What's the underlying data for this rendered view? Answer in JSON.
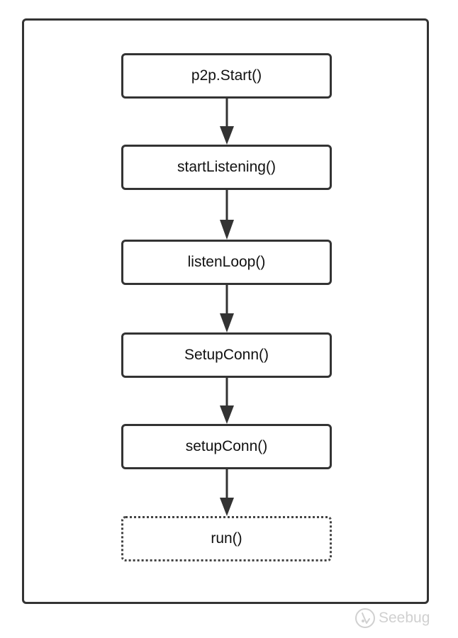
{
  "diagram": {
    "nodes": [
      {
        "id": "n1",
        "label": "p2p.Start()",
        "style": "solid"
      },
      {
        "id": "n2",
        "label": "startListening()",
        "style": "solid"
      },
      {
        "id": "n3",
        "label": "listenLoop()",
        "style": "solid"
      },
      {
        "id": "n4",
        "label": "SetupConn()",
        "style": "solid"
      },
      {
        "id": "n5",
        "label": "setupConn()",
        "style": "solid"
      },
      {
        "id": "n6",
        "label": "run()",
        "style": "dotted"
      }
    ],
    "edges": [
      {
        "from": "n1",
        "to": "n2"
      },
      {
        "from": "n2",
        "to": "n3"
      },
      {
        "from": "n3",
        "to": "n4"
      },
      {
        "from": "n4",
        "to": "n5"
      },
      {
        "from": "n5",
        "to": "n6"
      }
    ],
    "colors": {
      "stroke": "#333333",
      "text": "#111111",
      "watermark": "#d0d0d0"
    }
  },
  "watermark": {
    "text": "Seebug",
    "icon": "seebug-logo-icon"
  }
}
